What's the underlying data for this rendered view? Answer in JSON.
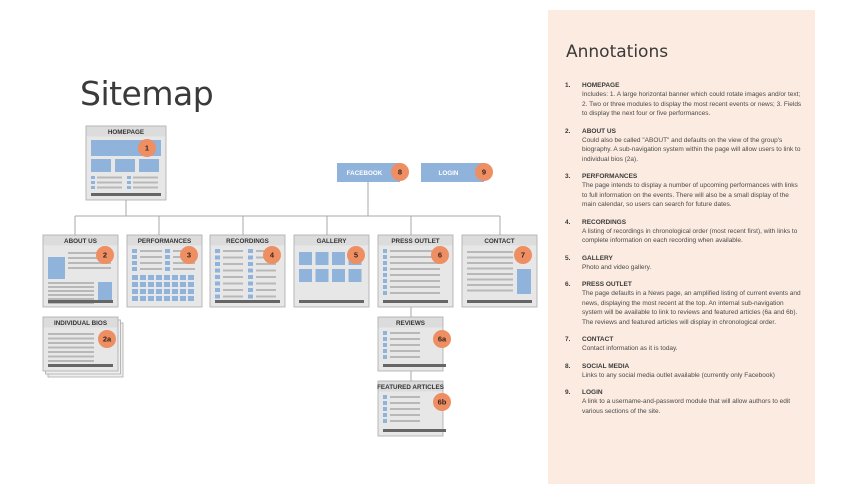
{
  "title": "Sitemap",
  "colors": {
    "box_fill": "#e7e7e7",
    "box_border": "#aaaaaa",
    "block": "#8fb3da",
    "lines": "#a8a8a8",
    "bar": "#666666",
    "badge": "#ee8e63",
    "top_nav": "#8fb3da",
    "panel_bg": "#fbebe0"
  },
  "nodes": [
    {
      "id": "homepage",
      "label": "HOMEPAGE",
      "badge": "1"
    },
    {
      "id": "facebook",
      "label": "FACEBOOK",
      "badge": "8"
    },
    {
      "id": "login",
      "label": "LOGIN",
      "badge": "9"
    },
    {
      "id": "about",
      "label": "ABOUT US",
      "badge": "2"
    },
    {
      "id": "performances",
      "label": "PERFORMANCES",
      "badge": "3"
    },
    {
      "id": "recordings",
      "label": "RECORDINGS",
      "badge": "4"
    },
    {
      "id": "gallery",
      "label": "GALLERY",
      "badge": "5"
    },
    {
      "id": "press",
      "label": "PRESS OUTLET",
      "badge": "6"
    },
    {
      "id": "contact",
      "label": "CONTACT",
      "badge": "7"
    },
    {
      "id": "bios",
      "label": "INDIVIDUAL BIOS",
      "badge": "2a"
    },
    {
      "id": "reviews",
      "label": "REVIEWS",
      "badge": "6a"
    },
    {
      "id": "featured",
      "label": "FEATURED ARTICLES",
      "badge": "6b"
    }
  ],
  "annotations": {
    "title": "Annotations",
    "items": [
      {
        "num": "1.",
        "head": "HOMEPAGE",
        "text": "Includes: 1. A large horizontal banner which could rotate images and/or text; 2. Two or three modules to display the most recent events or news; 3. Fields to display the next four or five performances."
      },
      {
        "num": "2.",
        "head": "ABOUT US",
        "text": "Could also be called \"ABOUT\" and defaults on the view of the group's biography. A sub-navigation system within the page will allow users to link to individual bios (2a)."
      },
      {
        "num": "3.",
        "head": "PERFORMANCES",
        "text": "The page intends to display a number of upcoming performances with links to full information on the events. There will also be a small display of the main calendar, so users can search for future dates."
      },
      {
        "num": "4.",
        "head": "RECORDINGS",
        "text": "A listing of recordings in chronological order (most recent first), with links to complete information on each recording when available."
      },
      {
        "num": "5.",
        "head": "GALLERY",
        "text": "Photo and video gallery."
      },
      {
        "num": "6.",
        "head": "PRESS OUTLET",
        "text": "The page defaults in a News page, an amplified listing of current events and news, displaying the most recent at the top. An internal sub-navigation system will be available to link to reviews and featured articles (6a and 6b). The reviews and featured articles will display in chronological order."
      },
      {
        "num": "7.",
        "head": "CONTACT",
        "text": "Contact information as it is today."
      },
      {
        "num": "8.",
        "head": "SOCIAL MEDIA",
        "text": "Links to any social media outlet available (currently only Facebook)"
      },
      {
        "num": "9.",
        "head": "LOGIN",
        "text": "A link to a username-and-password module that will allow authors to edit various sections of the site."
      }
    ]
  }
}
